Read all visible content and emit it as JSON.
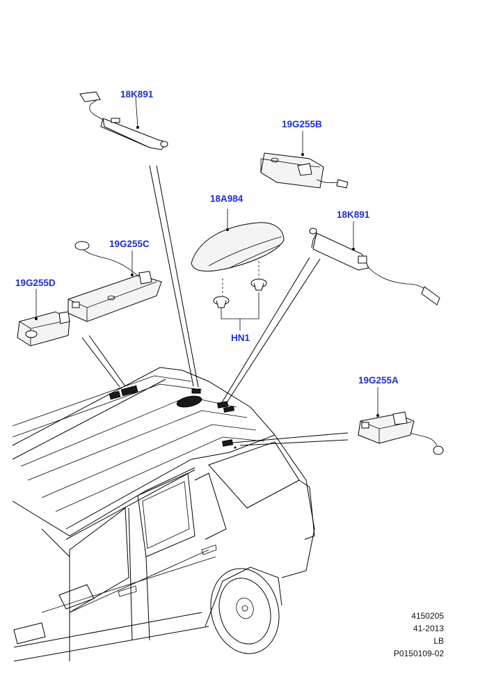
{
  "callouts": {
    "c1": "18K891",
    "c2": "19G255B",
    "c3": "18A984",
    "c4": "18K891",
    "c5": "19G255C",
    "c6": "19G255D",
    "c7": "HN1",
    "c8": "19G255A"
  },
  "reference": {
    "line1": "4150205",
    "line2": "41-2013",
    "line3": "LB",
    "line4": "P0150109-02"
  }
}
